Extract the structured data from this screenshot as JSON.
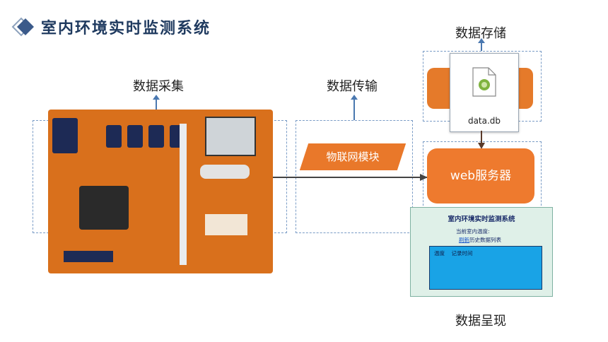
{
  "header": {
    "title": "室内环境实时监测系统"
  },
  "sections": {
    "acquisition": "数据采集",
    "transmission": "数据传输",
    "storage": "数据存储",
    "presentation": "数据呈现"
  },
  "transmission": {
    "module_label": "物联网模块"
  },
  "storage": {
    "file_name": "data.db"
  },
  "server": {
    "label": "web服务器"
  },
  "web_page": {
    "title": "室内环境实时监测系统",
    "current_temp_label": "当前室内温度:",
    "link_text": "刷新",
    "history_label": "历史数据列表",
    "table_header": "温度    记录时间"
  },
  "colors": {
    "accent": "#e9782a",
    "dash": "#7a9cc6",
    "title": "#1f3a5f"
  }
}
